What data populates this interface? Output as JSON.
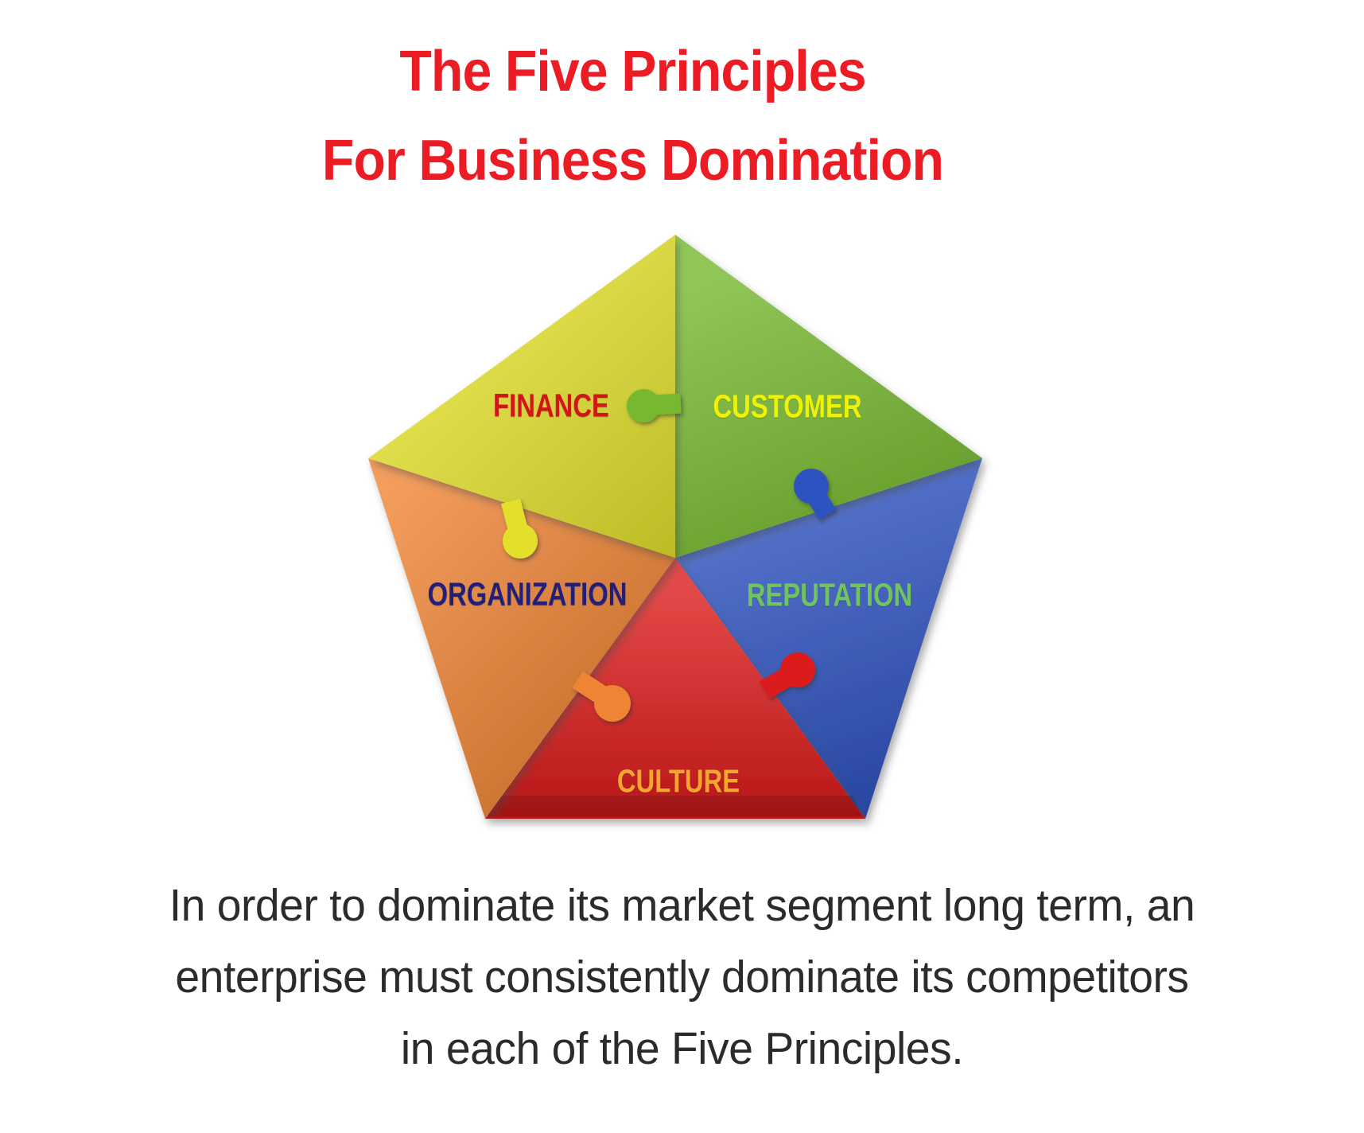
{
  "title": {
    "line1": "The Five Principles",
    "line2": "For Business Domination",
    "color": "#EC1C24"
  },
  "pieces": {
    "finance": {
      "label": "FINANCE",
      "piece_color": "#E3E02B",
      "label_color": "#D21518"
    },
    "customer": {
      "label": "CUSTOMER",
      "piece_color": "#77B92F",
      "label_color": "#EEF207"
    },
    "reputation": {
      "label": "REPUTATION",
      "piece_color": "#2E53C1",
      "label_color": "#70C45D"
    },
    "culture": {
      "label": "CULTURE",
      "piece_color": "#DC1B1A",
      "label_color": "#F4A52F"
    },
    "organization": {
      "label": "ORGANIZATION",
      "piece_color": "#F08434",
      "label_color": "#221F7B"
    }
  },
  "caption": {
    "color": "#2B2B2B",
    "lines": [
      "In order to dominate its market segment long term, an",
      "enterprise must consistently dominate its competitors",
      "in each of the Five Principles."
    ]
  }
}
